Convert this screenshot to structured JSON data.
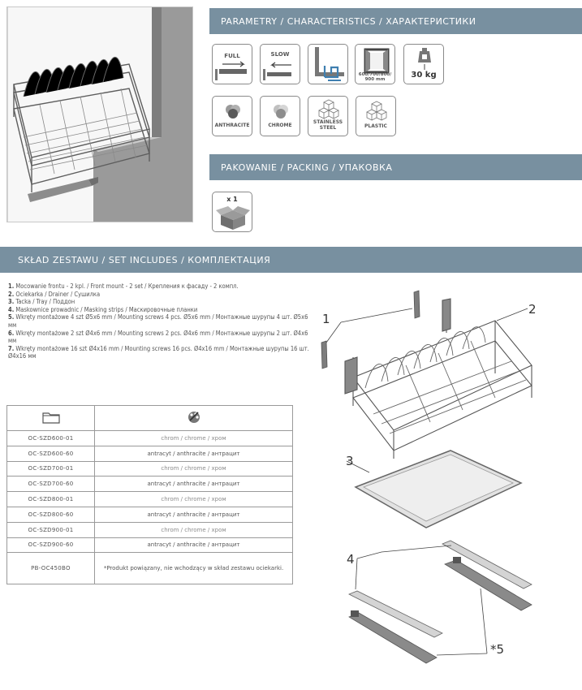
{
  "sections": {
    "parameters_title": "PARAMETRY / CHARACTERISTICS / ХАРАКТЕРИСТИКИ",
    "packing_title": "PAKOWANIE / PACKING / УПАКОВКА",
    "set_title": "SKŁAD ZESTAWU / SET INCLUDES / КОМПЛЕКТАЦИЯ"
  },
  "features": [
    {
      "label": "FULL",
      "icon": "full-extension-icon"
    },
    {
      "label": "SLOW",
      "icon": "soft-close-icon"
    },
    {
      "label": "",
      "icon": "cabinet-profile-icon"
    },
    {
      "label": "600/700/800/\n900 mm",
      "icon": "cabinet-width-icon"
    },
    {
      "label": "30 kg",
      "icon": "load-weight-icon"
    }
  ],
  "materials": [
    {
      "label": "ANTHRACITE",
      "icon": "anthracite-color-icon"
    },
    {
      "label": "CHROME",
      "icon": "chrome-color-icon"
    },
    {
      "label": "STAINLESS\nSTEEL",
      "icon": "stainless-steel-icon"
    },
    {
      "label": "PLASTIC",
      "icon": "plastic-icon"
    }
  ],
  "packing": {
    "quantity": "x 1",
    "icon": "box-icon"
  },
  "includes": [
    {
      "num": "1.",
      "text": "Mocowanie frontu - 2 kpl. / Front mount - 2 set / Крепления к фасаду - 2 компл."
    },
    {
      "num": "2.",
      "text": "Ociekarka / Drainer / Сушилка"
    },
    {
      "num": "3.",
      "text": "Tacka / Tray / Поддон"
    },
    {
      "num": "4.",
      "text": "Maskownice prowadnic / Masking strips / Маскировочные планки"
    },
    {
      "num": "5.",
      "text": "Wkręty montażowe 4 szt Ø5x6 mm / Mounting screws 4 pcs. Ø5x6 mm / Монтажные шурупы 4 шт. Ø5x6 мм"
    },
    {
      "num": "6.",
      "text": "Wkręty montażowe 2 szt Ø4x6 mm / Mounting screws 2 pcs. Ø4x6 mm / Монтажные шурупы 2 шт. Ø4x6 мм"
    },
    {
      "num": "7.",
      "text": "Wkręty montażowe 16 szt Ø4x16 mm / Mounting screws 16 pcs. Ø4x16 mm / Монтажные шурупы 16 шт. Ø4x16 мм"
    }
  ],
  "table": {
    "header_icons": [
      "folder-icon",
      "color-palette-icon"
    ],
    "rows": [
      {
        "code": "OC-SZD600-01",
        "finish": "chrom / chrome / хром",
        "kind": "chrome"
      },
      {
        "code": "OC-SZD600-60",
        "finish": "antracyt / anthracite / антрацит",
        "kind": "anth"
      },
      {
        "code": "OC-SZD700-01",
        "finish": "chrom / chrome / хром",
        "kind": "chrome"
      },
      {
        "code": "OC-SZD700-60",
        "finish": "antracyt / anthracite / антрацит",
        "kind": "anth"
      },
      {
        "code": "OC-SZD800-01",
        "finish": "chrom / chrome / хром",
        "kind": "chrome"
      },
      {
        "code": "OC-SZD800-60",
        "finish": "antracyt / anthracite / антрацит",
        "kind": "anth"
      },
      {
        "code": "OC-SZD900-01",
        "finish": "chrom / chrome / хром",
        "kind": "chrome"
      },
      {
        "code": "OC-SZD900-60",
        "finish": "antracyt / anthracite / антрацит",
        "kind": "anth"
      }
    ],
    "related_code": "PB-OC450BO",
    "related_note": "*Produkt powiązany, nie wchodzący w skład zestawu ociekarki."
  },
  "callouts": [
    "1",
    "2",
    "3",
    "4",
    "*5"
  ],
  "colors": {
    "header_bar": "#7890a0",
    "anthracite": "#5a5a5a",
    "chrome": "#a9a9a9"
  }
}
